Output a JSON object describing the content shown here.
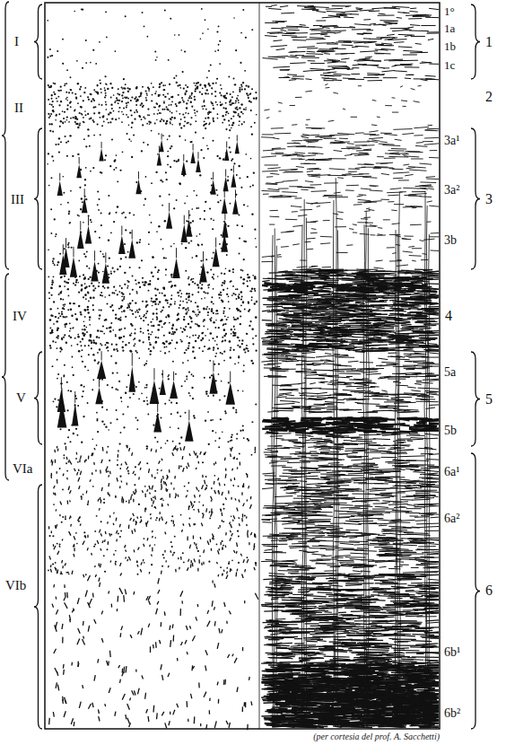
{
  "diagram": {
    "caption": "(per cortesia del prof. A. Sacchetti)",
    "labels": [
      "I",
      "II",
      "III",
      "IV",
      "V",
      "VIa",
      "VIb",
      "1°",
      "1a",
      "1b",
      "1c",
      "1",
      "2",
      "3a¹",
      "3a²",
      "3b",
      "3",
      "4",
      "5a",
      "5b",
      "5",
      "6a¹",
      "6a²",
      "6b¹",
      "6b²",
      "6"
    ]
  }
}
